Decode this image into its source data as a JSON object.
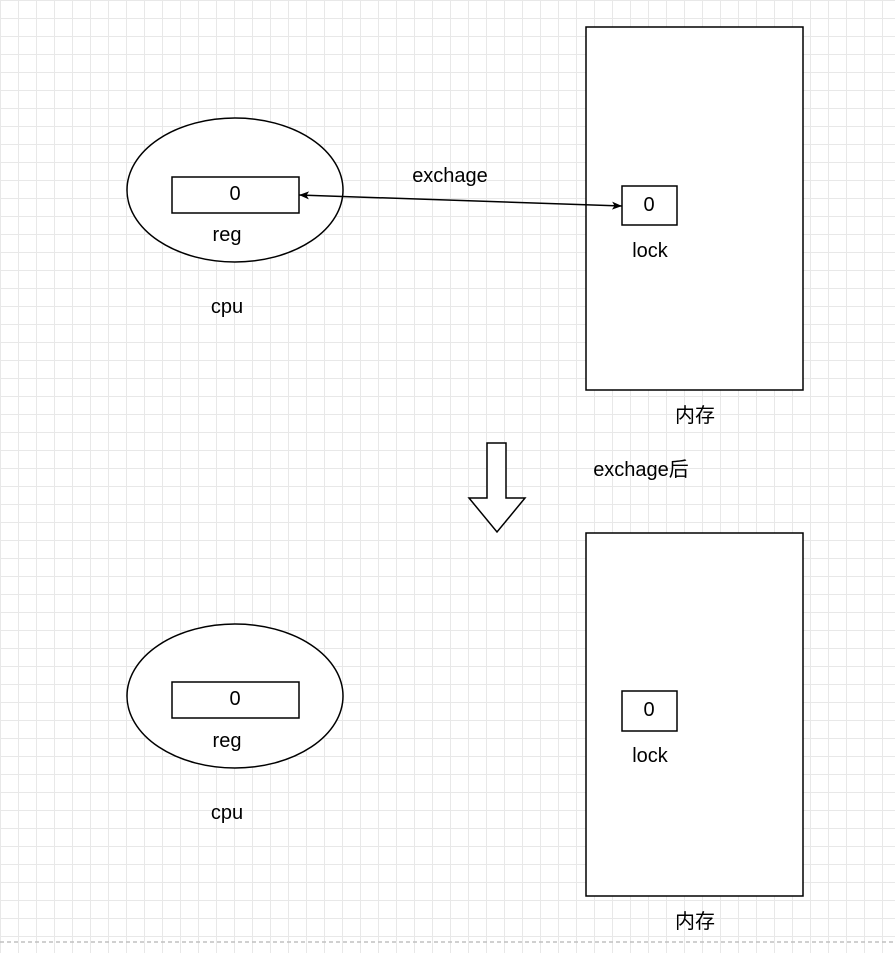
{
  "top": {
    "cpu": {
      "reg_value": "0",
      "reg_label": "reg",
      "label": "cpu"
    },
    "memory": {
      "lock_value": "0",
      "lock_label": "lock",
      "label": "内存"
    },
    "arrow_label": "exchage"
  },
  "transition": {
    "label": "exchage后",
    "icon": "down-block-arrow"
  },
  "bottom": {
    "cpu": {
      "reg_value": "0",
      "reg_label": "reg",
      "label": "cpu"
    },
    "memory": {
      "lock_value": "0",
      "lock_label": "lock",
      "label": "内存"
    }
  },
  "colors": {
    "default_fill": "#ffffff",
    "default_stroke": "#000000",
    "highlight_fill": "#dae8fc",
    "highlight_stroke": "#6c8ebf"
  }
}
